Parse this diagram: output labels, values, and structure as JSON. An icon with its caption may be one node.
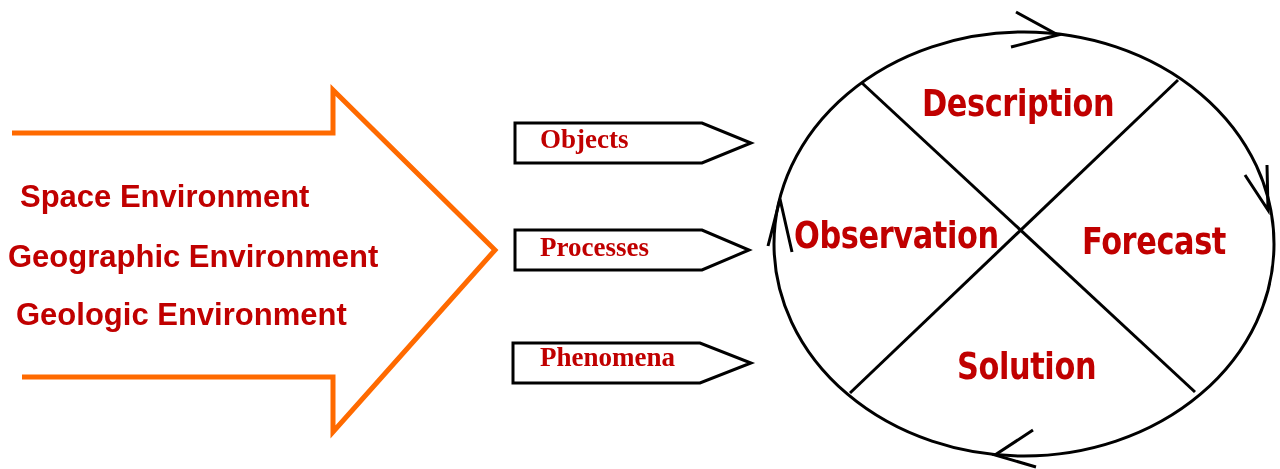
{
  "diagram": {
    "nodes": [
      {
        "text": [
          "Space Environment",
          "Geographic Environment",
          "Geologic Environment"
        ]
      },
      {
        "text": [
          "Objects"
        ]
      },
      {
        "text": [
          "Processes"
        ]
      },
      {
        "text": [
          "Phenomena"
        ]
      },
      {
        "text": [
          "Description",
          "Observation",
          "Forecast",
          "Solution"
        ]
      }
    ]
  }
}
